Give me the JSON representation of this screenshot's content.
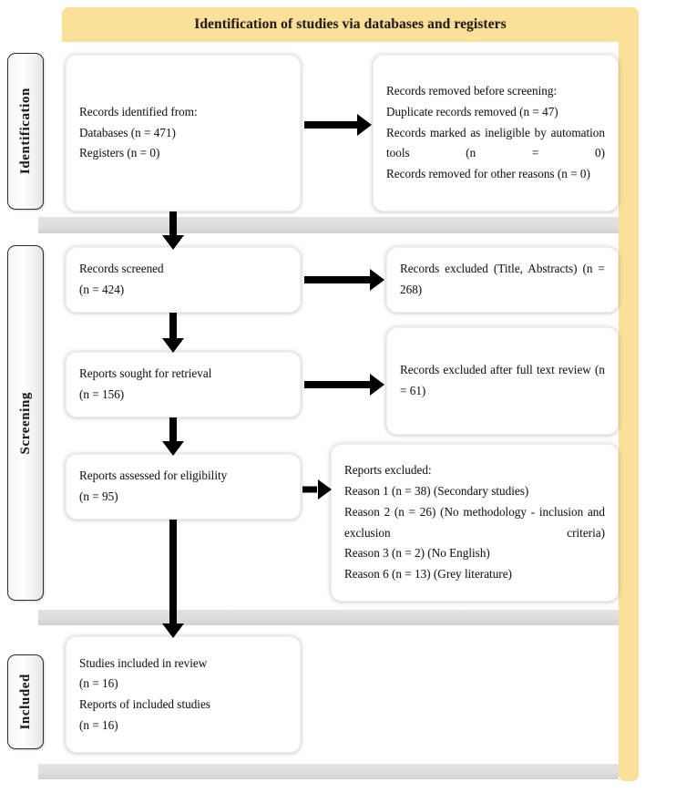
{
  "banner": {
    "title": "Identification of studies via databases and registers",
    "color": "#fbe09a"
  },
  "stages": [
    {
      "id": "identification",
      "label": "Identification"
    },
    {
      "id": "screening",
      "label": "Screening"
    },
    {
      "id": "included",
      "label": "Included"
    }
  ],
  "boxes": {
    "identified": {
      "line1": "Records identified from:",
      "line2": "Databases (n = 471)",
      "line3": "Registers (n = 0)"
    },
    "removed": {
      "line1": "Records removed before screening:",
      "line2": "Duplicate records removed (n = 47)",
      "line3": "Records marked as ineligible by automation tools (n = 0)",
      "line4": " Records removed for other reasons (n = 0)"
    },
    "screened": {
      "line1": "Records screened",
      "line2": "(n = 424)"
    },
    "excluded_title": {
      "line1": "Records excluded (Title, Abstracts) (n = 268)"
    },
    "sought": {
      "line1": "Reports sought for retrieval",
      "line2": "(n = 156)"
    },
    "excluded_fulltext": {
      "line1": "Records excluded after full text review (n = 61)"
    },
    "assessed": {
      "line1": "Reports assessed for eligibility",
      "line2": "(n = 95)"
    },
    "reports_excluded": {
      "heading": "Reports excluded:",
      "reason1": "Reason 1 (n = 38) (Secondary studies)",
      "reason2": "Reason 2 (n = 26) (No methodology - inclusion and exclusion criteria)",
      "reason3": "Reason 3 (n = 2) (No English)",
      "reason6": "Reason 6 (n = 13) (Grey literature)"
    },
    "included": {
      "line1": "Studies included in review",
      "line2": "(n = 16)",
      "line3": "Reports of included studies",
      "line4": "(n = 16)"
    }
  },
  "arrows": [
    {
      "name": "identified-to-removed",
      "direction": "right"
    },
    {
      "name": "identified-to-screened",
      "direction": "down"
    },
    {
      "name": "screened-to-excluded-title",
      "direction": "right"
    },
    {
      "name": "screened-to-sought",
      "direction": "down"
    },
    {
      "name": "sought-to-excluded-fulltext",
      "direction": "right"
    },
    {
      "name": "sought-to-assessed",
      "direction": "down"
    },
    {
      "name": "assessed-to-reports-excluded",
      "direction": "right"
    },
    {
      "name": "assessed-to-included",
      "direction": "down"
    }
  ]
}
